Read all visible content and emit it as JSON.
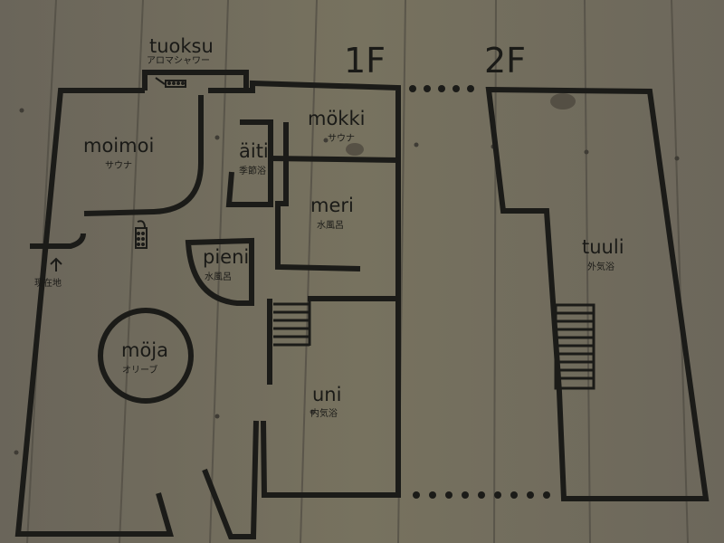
{
  "floors": {
    "first": "1F",
    "second": "2F"
  },
  "rooms": {
    "tuoksu": {
      "name": "tuoksu",
      "sub": "アロマシャワー"
    },
    "moimoi": {
      "name": "moimoi",
      "sub": "サウナ"
    },
    "mokki": {
      "name": "mökki",
      "sub": "サウナ"
    },
    "aiti": {
      "name": "äiti",
      "sub": "季節浴"
    },
    "meri": {
      "name": "meri",
      "sub": "水風呂"
    },
    "pieni": {
      "name": "pieni",
      "sub": "水風呂"
    },
    "moja": {
      "name": "möja",
      "sub": "オリーブ"
    },
    "uni": {
      "name": "uni",
      "sub": "内気浴"
    },
    "tuuli": {
      "name": "tuuli",
      "sub": "外気浴"
    }
  },
  "current_location": "現在地",
  "colors": {
    "board": "#6f6a5f",
    "line": "#1b1b18"
  },
  "icons": [
    "shower-icon",
    "up-arrow-icon",
    "stairs-icon",
    "dotted-connector"
  ]
}
